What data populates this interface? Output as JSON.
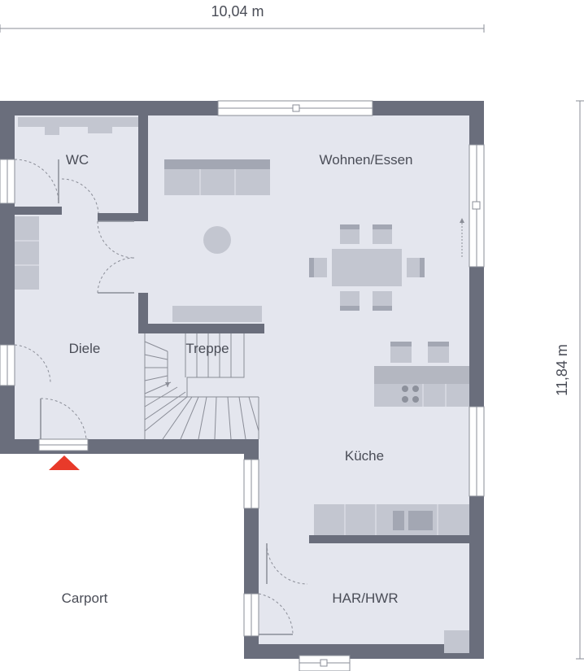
{
  "dimensions": {
    "width_label": "10,04 m",
    "depth_label": "11,84 m"
  },
  "rooms": {
    "wc": "WC",
    "wohnen_essen": "Wohnen/Essen",
    "diele": "Diele",
    "treppe": "Treppe",
    "kueche": "Küche",
    "carport": "Carport",
    "har_hwr": "HAR/HWR"
  },
  "colors": {
    "wall": "#6a6e7c",
    "floor": "#e4e6ee",
    "furniture": "#c3c6d0",
    "furniture_dark": "#a3a7b3",
    "entrance_marker": "#e83a2a",
    "carport_floor": "#ffffff"
  },
  "icons": {
    "entrance": "entrance-arrow-icon",
    "stair_direction": "arrow-down-icon"
  }
}
